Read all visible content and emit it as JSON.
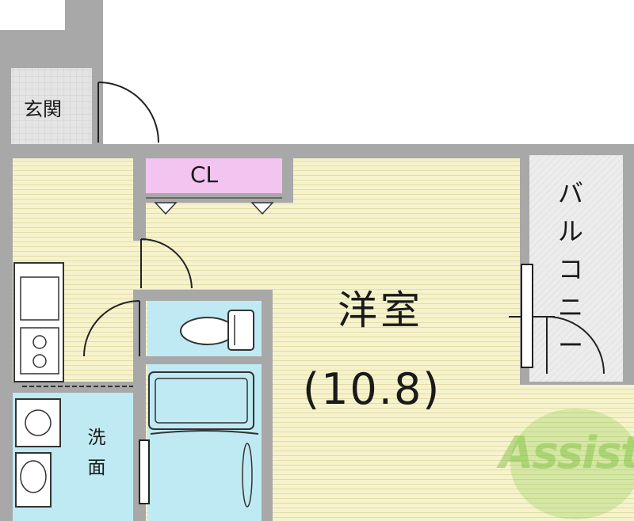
{
  "rooms": {
    "genkan": "玄関",
    "closet": "CL",
    "main_room": "洋室",
    "main_room_size": "(10.8)",
    "washroom": "洗面",
    "balcony": "バルコニー"
  },
  "watermark": {
    "text": "Assist"
  },
  "colors": {
    "wall": "#a8a8a8",
    "floor": "#f4f1c8",
    "closet": "#f3c4f0",
    "wet_area": "#bfeaf4",
    "genkan": "#dcdcdc",
    "balcony": "#e6e6e6",
    "logo": "#7fbf3f"
  }
}
